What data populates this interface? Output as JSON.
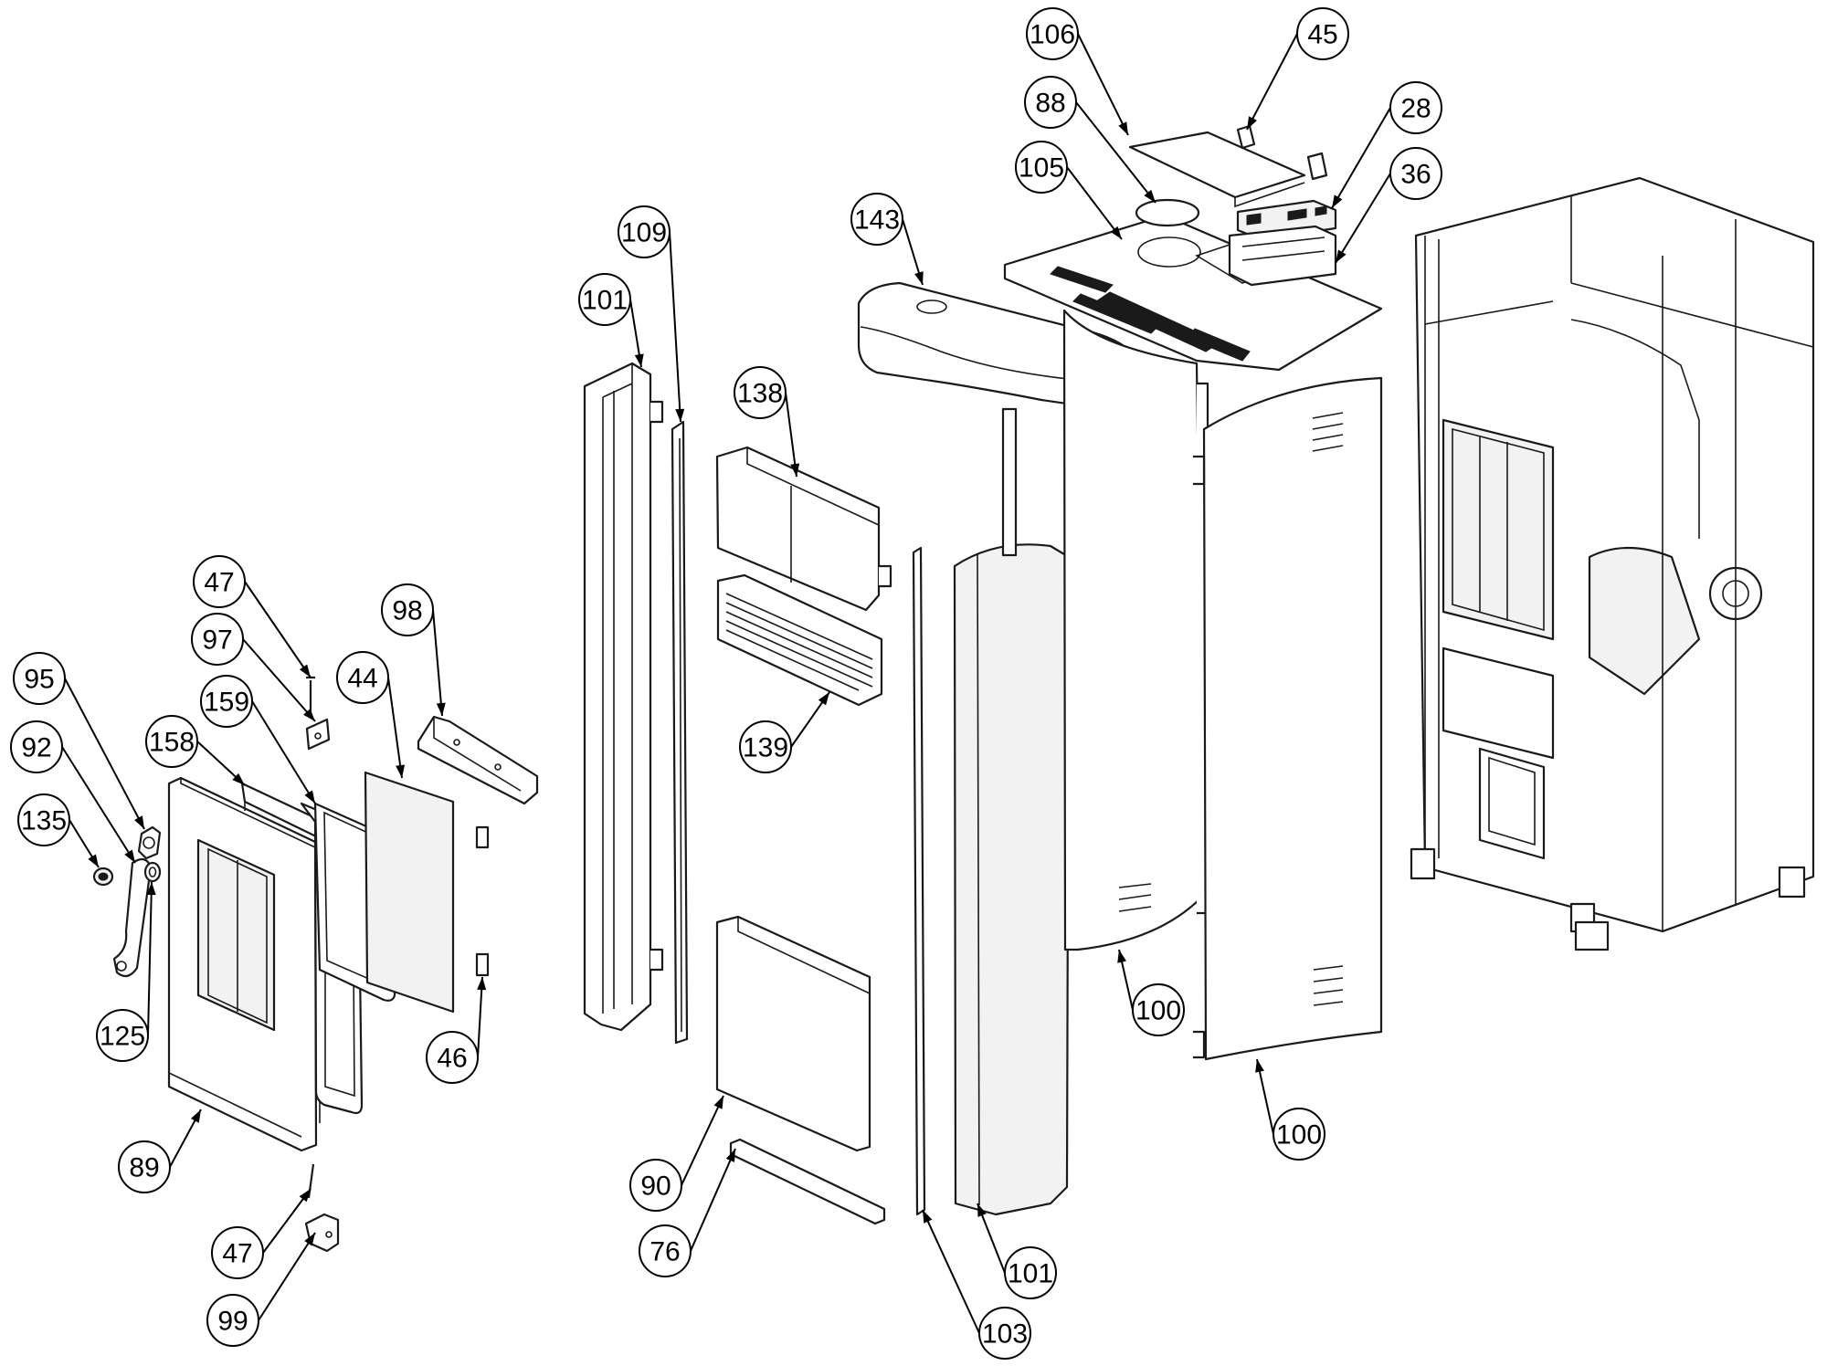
{
  "callouts": [
    {
      "id": "c106",
      "label": "106"
    },
    {
      "id": "c45",
      "label": "45"
    },
    {
      "id": "c88",
      "label": "88"
    },
    {
      "id": "c28",
      "label": "28"
    },
    {
      "id": "c105",
      "label": "105"
    },
    {
      "id": "c36",
      "label": "36"
    },
    {
      "id": "c143",
      "label": "143"
    },
    {
      "id": "c109",
      "label": "109"
    },
    {
      "id": "c101a",
      "label": "101"
    },
    {
      "id": "c138",
      "label": "138"
    },
    {
      "id": "c98",
      "label": "98"
    },
    {
      "id": "c47a",
      "label": "47"
    },
    {
      "id": "c97",
      "label": "97"
    },
    {
      "id": "c44",
      "label": "44"
    },
    {
      "id": "c159",
      "label": "159"
    },
    {
      "id": "c95",
      "label": "95"
    },
    {
      "id": "c158",
      "label": "158"
    },
    {
      "id": "c92",
      "label": "92"
    },
    {
      "id": "c135",
      "label": "135"
    },
    {
      "id": "c139",
      "label": "139"
    },
    {
      "id": "c100a",
      "label": "100"
    },
    {
      "id": "c125",
      "label": "125"
    },
    {
      "id": "c46",
      "label": "46"
    },
    {
      "id": "c100b",
      "label": "100"
    },
    {
      "id": "c89",
      "label": "89"
    },
    {
      "id": "c90",
      "label": "90"
    },
    {
      "id": "c47b",
      "label": "47"
    },
    {
      "id": "c76",
      "label": "76"
    },
    {
      "id": "c101b",
      "label": "101"
    },
    {
      "id": "c99",
      "label": "99"
    },
    {
      "id": "c103",
      "label": "103"
    }
  ]
}
